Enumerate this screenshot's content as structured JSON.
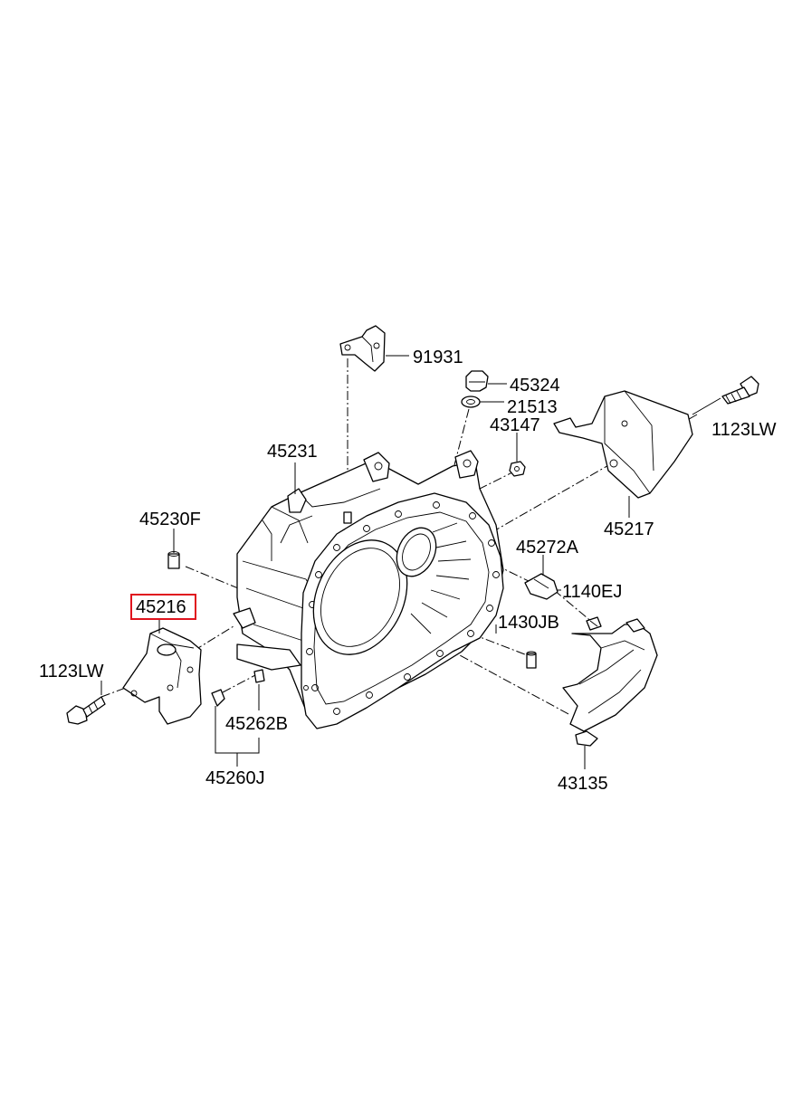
{
  "labels": {
    "p91931": "91931",
    "p45324": "45324",
    "p21513": "21513",
    "p43147": "43147",
    "p1123lw_right": "1123LW",
    "p45231": "45231",
    "p45230f": "45230F",
    "p45217": "45217",
    "p45272a": "45272A",
    "p1140ej": "1140EJ",
    "p45216": "45216",
    "p1430jb": "1430JB",
    "p1123lw_left": "1123LW",
    "p45262b": "45262B",
    "p45260j": "45260J",
    "p43135": "43135"
  },
  "highlight": {
    "part": "45216",
    "color": "#e0141e"
  }
}
